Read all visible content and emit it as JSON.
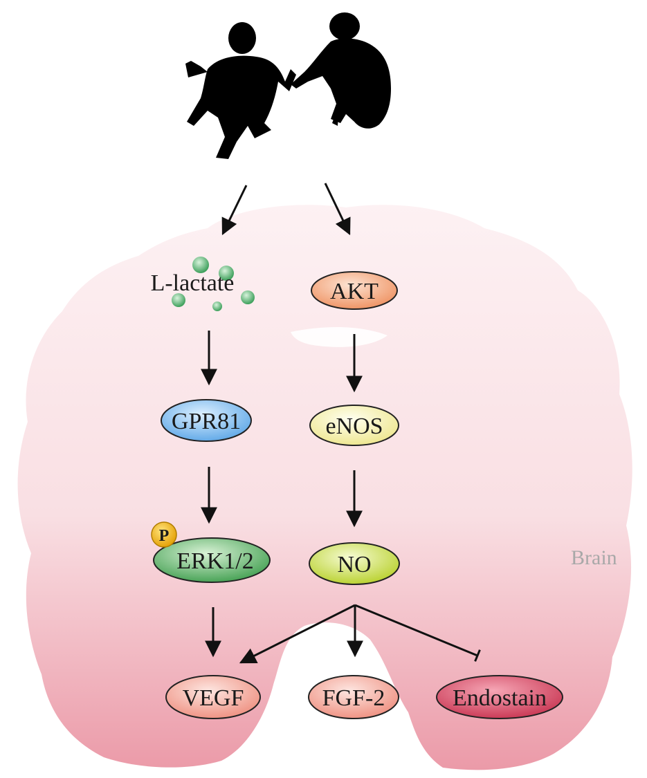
{
  "diagram": {
    "region_label": "Brain",
    "phospho_marker": "P",
    "nodes": {
      "lactate": "L-lactate",
      "akt": "AKT",
      "gpr81": "GPR81",
      "enos": "eNOS",
      "erk": "ERK1/2",
      "no": "NO",
      "vegf": "VEGF",
      "fgf2": "FGF-2",
      "endostain": "Endostain"
    },
    "edges": [
      {
        "from": "exercise",
        "to": "lactate",
        "type": "activate"
      },
      {
        "from": "exercise",
        "to": "akt",
        "type": "activate"
      },
      {
        "from": "lactate",
        "to": "gpr81",
        "type": "activate"
      },
      {
        "from": "akt",
        "to": "enos",
        "type": "activate"
      },
      {
        "from": "gpr81",
        "to": "erk",
        "type": "activate"
      },
      {
        "from": "enos",
        "to": "no",
        "type": "activate"
      },
      {
        "from": "erk",
        "to": "vegf",
        "type": "activate"
      },
      {
        "from": "no",
        "to": "vegf",
        "type": "activate"
      },
      {
        "from": "no",
        "to": "fgf2",
        "type": "activate"
      },
      {
        "from": "no",
        "to": "endostain",
        "type": "inhibit"
      }
    ],
    "colors": {
      "akt": "#f4a57a",
      "gpr81": "#7fb8ea",
      "enos": "#f6f2a6",
      "erk": "#5fb86a",
      "no": "#cde04a",
      "vegf": "#f2a294",
      "fgf2": "#f2a294",
      "endostain": "#d64b68",
      "brain": "#f6c9d0",
      "lactate_bubble": "#4fb36b",
      "phospho": "#f2b705"
    }
  }
}
